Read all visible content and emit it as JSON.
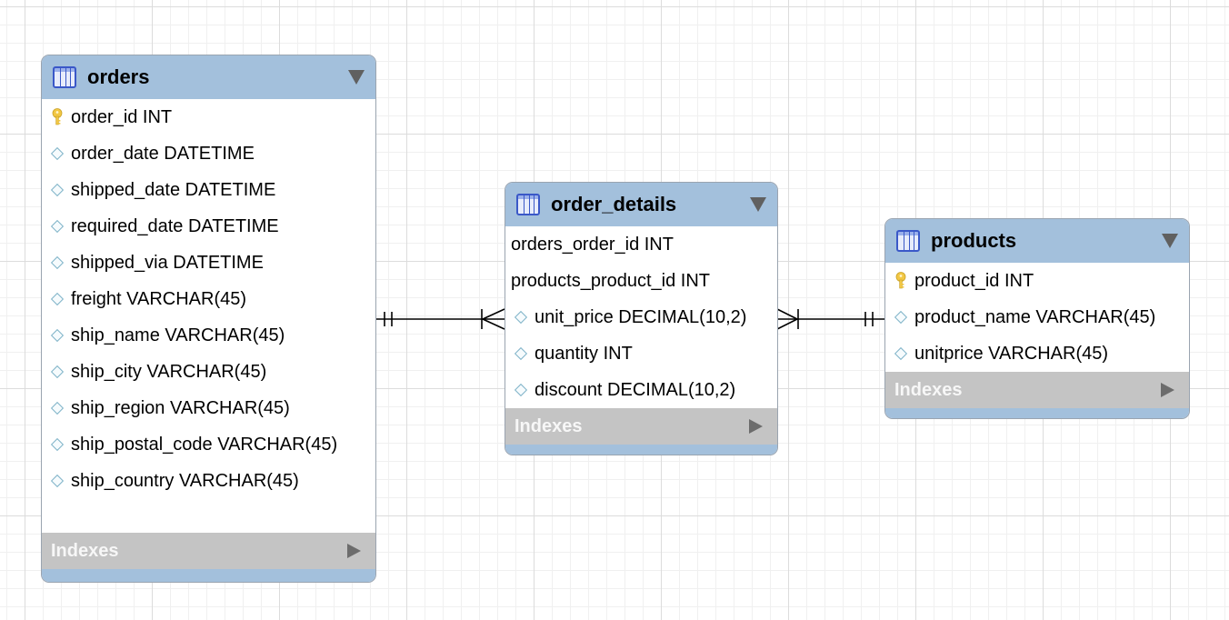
{
  "tables": {
    "orders": {
      "name": "orders",
      "columns": [
        {
          "label": "order_id INT",
          "icon": "primary-key-icon"
        },
        {
          "label": "order_date DATETIME",
          "icon": "column-diamond-icon"
        },
        {
          "label": "shipped_date DATETIME",
          "icon": "column-diamond-icon"
        },
        {
          "label": "required_date DATETIME",
          "icon": "column-diamond-icon"
        },
        {
          "label": "shipped_via DATETIME",
          "icon": "column-diamond-icon"
        },
        {
          "label": "freight VARCHAR(45)",
          "icon": "column-diamond-icon"
        },
        {
          "label": "ship_name VARCHAR(45)",
          "icon": "column-diamond-icon"
        },
        {
          "label": "ship_city VARCHAR(45)",
          "icon": "column-diamond-icon"
        },
        {
          "label": "ship_region VARCHAR(45)",
          "icon": "column-diamond-icon"
        },
        {
          "label": "ship_postal_code VARCHAR(45)",
          "icon": "column-diamond-icon"
        },
        {
          "label": "ship_country VARCHAR(45)",
          "icon": "column-diamond-icon"
        }
      ],
      "indexes_label": "Indexes"
    },
    "order_details": {
      "name": "order_details",
      "columns": [
        {
          "label": "orders_order_id INT",
          "icon": "none"
        },
        {
          "label": "products_product_id INT",
          "icon": "none"
        },
        {
          "label": "unit_price DECIMAL(10,2)",
          "icon": "column-diamond-icon"
        },
        {
          "label": "quantity INT",
          "icon": "column-diamond-icon"
        },
        {
          "label": "discount DECIMAL(10,2)",
          "icon": "column-diamond-icon"
        }
      ],
      "indexes_label": "Indexes"
    },
    "products": {
      "name": "products",
      "columns": [
        {
          "label": "product_id INT",
          "icon": "primary-key-icon"
        },
        {
          "label": "product_name VARCHAR(45)",
          "icon": "column-diamond-icon"
        },
        {
          "label": "unitprice VARCHAR(45)",
          "icon": "column-diamond-icon"
        }
      ],
      "indexes_label": "Indexes"
    }
  },
  "relationships": [
    {
      "from": "orders",
      "to": "order_details",
      "from_cardinality": "one-and-only-one",
      "to_cardinality": "one-or-many"
    },
    {
      "from": "products",
      "to": "order_details",
      "from_cardinality": "one-and-only-one",
      "to_cardinality": "one-or-many"
    }
  ],
  "colors": {
    "header_bg": "#a3c0dc",
    "indexes_bg": "#c4c4c4",
    "table_icon": "#3a58c8",
    "key_icon": "#f2c744",
    "diamond_icon": "#7fb3c8"
  }
}
